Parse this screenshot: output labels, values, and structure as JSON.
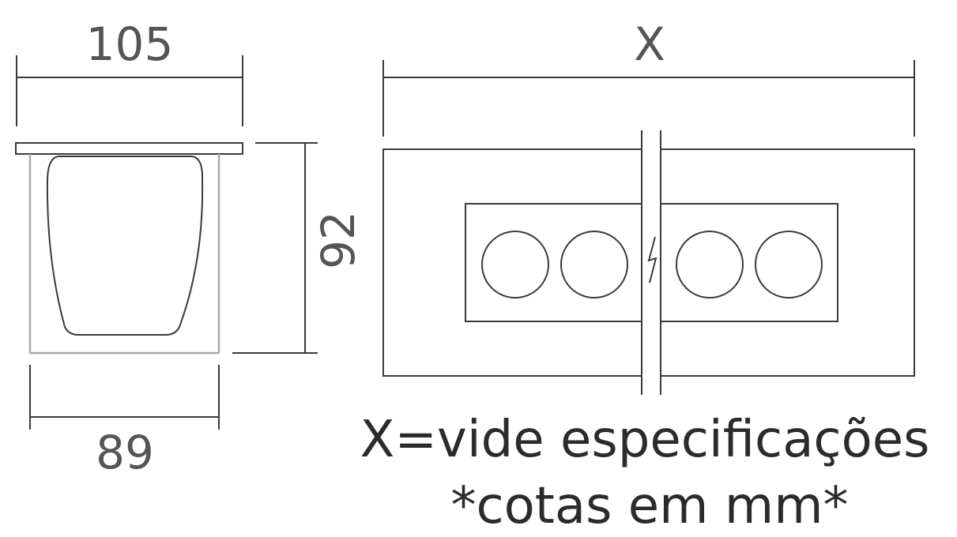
{
  "colors": {
    "line": "#3a3a3a",
    "light_line": "#a8a8a8",
    "dim_text": "#555555",
    "note_text": "#2b2b2b",
    "background": "#ffffff"
  },
  "side_view": {
    "top_width_label": "105",
    "height_label": "92",
    "bottom_width_label": "89"
  },
  "front_view": {
    "length_label": "X",
    "lamp_count": 4
  },
  "notes": {
    "spec_note": "X=vide especificações",
    "units_note": "*cotas em mm*"
  }
}
